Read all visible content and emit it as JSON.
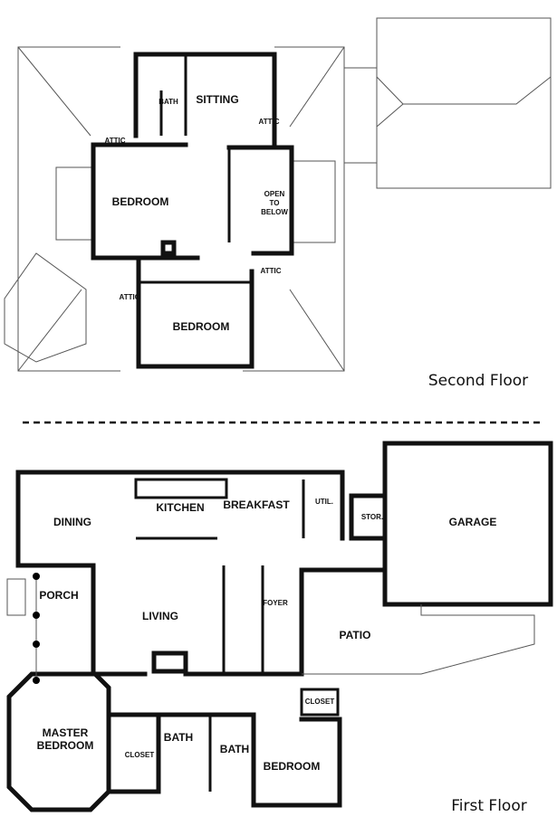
{
  "second_floor": {
    "caption": "Second Floor",
    "rooms": {
      "bath": "BATH",
      "sitting": "SITTING",
      "bedroom_1": "BEDROOM",
      "bedroom_2": "BEDROOM",
      "open_to_below": [
        "OPEN",
        "TO",
        "BELOW"
      ],
      "attic": "ATTIC"
    }
  },
  "first_floor": {
    "caption": "First Floor",
    "rooms": {
      "dining": "DINING",
      "kitchen": "KITCHEN",
      "breakfast": "BREAKFAST",
      "util": "UTIL.",
      "stor": "STOR.",
      "garage": "GARAGE",
      "porch": "PORCH",
      "living": "LIVING",
      "foyer": "FOYER",
      "patio": "PATIO",
      "closet": "CLOSET",
      "master_bedroom": [
        "MASTER",
        "BEDROOM"
      ],
      "bath": "BATH",
      "bedroom": "BEDROOM"
    }
  }
}
